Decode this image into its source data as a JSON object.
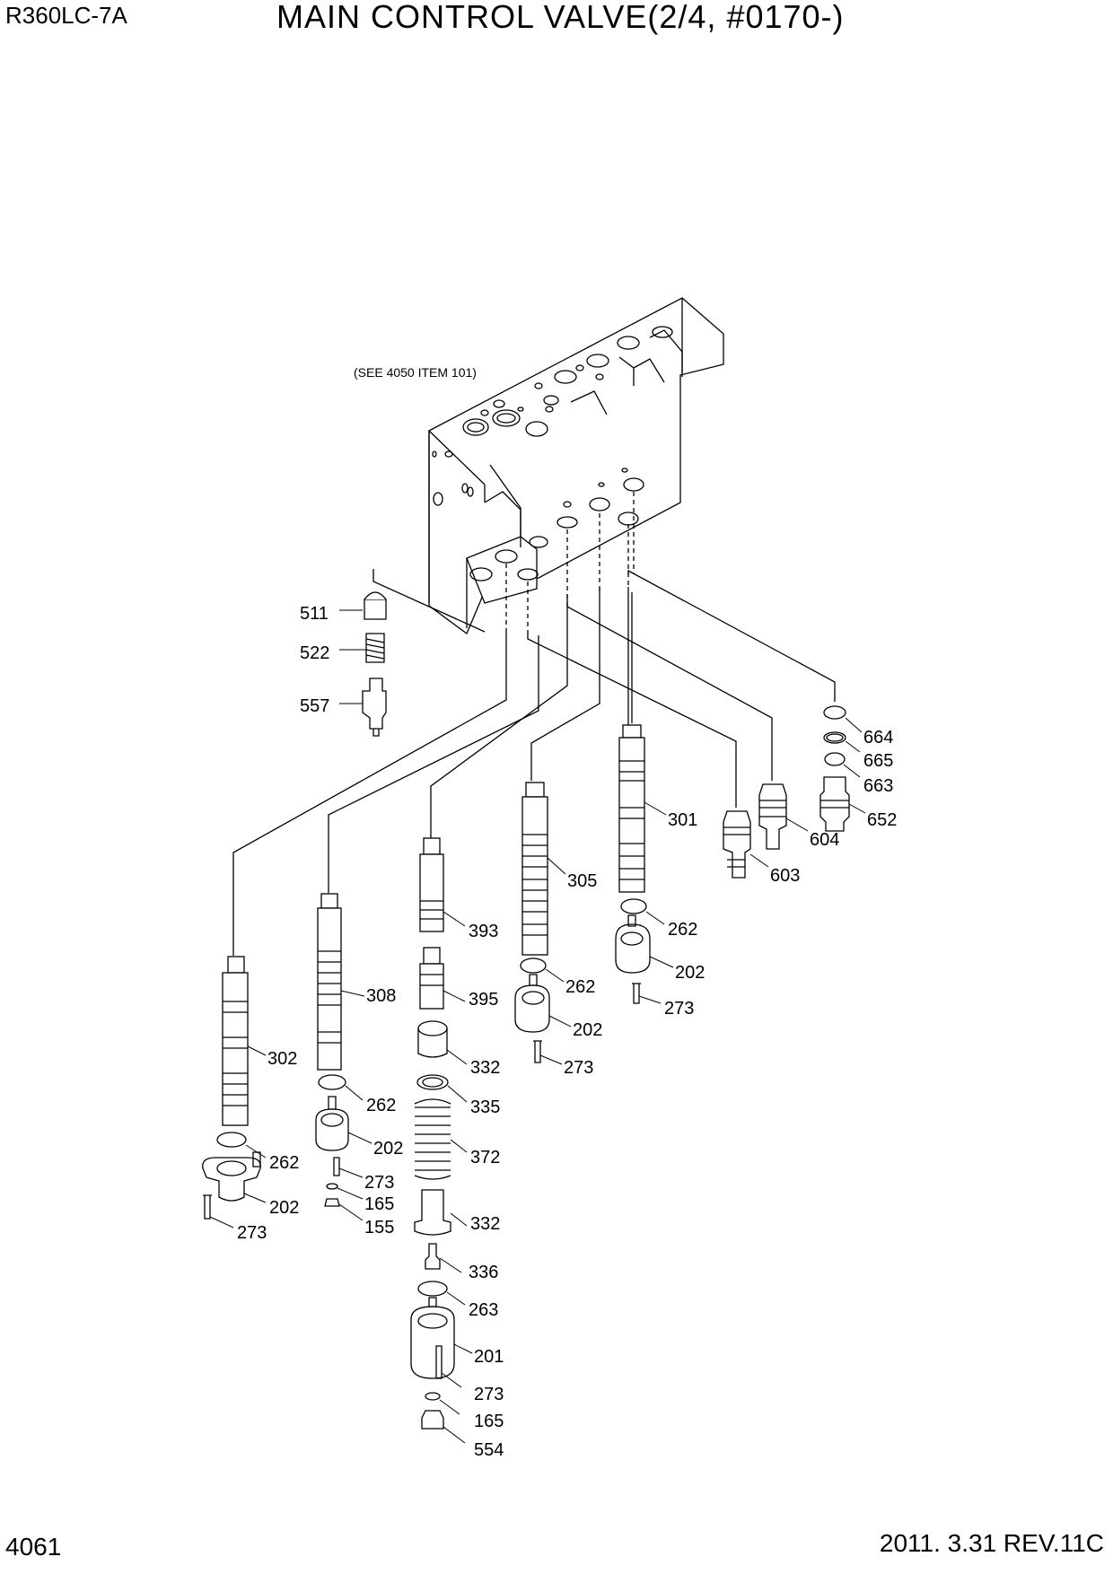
{
  "header": {
    "model": "R360LC-7A",
    "title": "MAIN CONTROL VALVE(2/4, #0170-)"
  },
  "footer": {
    "page_number": "4061",
    "revision": "2011. 3.31  REV.11C"
  },
  "diagram": {
    "note": "(SEE 4050 ITEM 101)",
    "part_labels": [
      "511",
      "522",
      "557",
      "664",
      "665",
      "663",
      "652",
      "604",
      "603",
      "301",
      "305",
      "262",
      "202",
      "273",
      "393",
      "395",
      "332",
      "335",
      "372",
      "332",
      "336",
      "263",
      "201",
      "273",
      "165",
      "554",
      "308",
      "262",
      "202",
      "273",
      "165",
      "155",
      "302",
      "262",
      "202",
      "273",
      "262",
      "202",
      "273"
    ]
  }
}
